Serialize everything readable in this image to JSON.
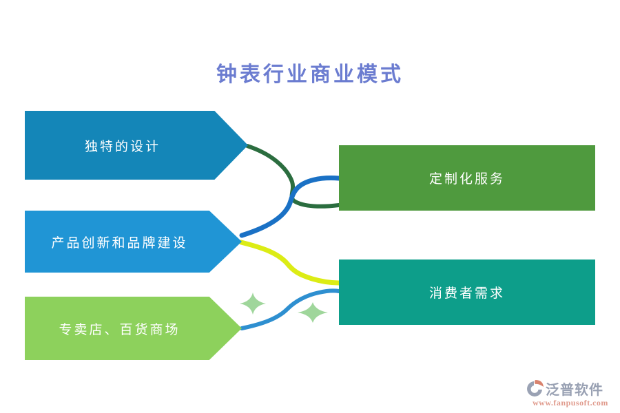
{
  "title": "钟表行业商业模式",
  "title_color": "#6b7cd0",
  "shape_text_color": "#ffffff",
  "arrows": [
    {
      "label": "独特的设计",
      "color": "#1486b8"
    },
    {
      "label": "产品创新和品牌建设",
      "color": "#2095d5"
    },
    {
      "label": "专卖店、百货商场",
      "color": "#8dd15c"
    }
  ],
  "boxes": [
    {
      "label": "定制化服务",
      "color": "#4f9a3e"
    },
    {
      "label": "消费者需求",
      "color": "#0d9e8a"
    }
  ],
  "connectors": [
    {
      "name": "unique-design-to-customized-service",
      "color": "#2b6d3f"
    },
    {
      "name": "innovation-to-customized-service",
      "color": "#1a71c5"
    },
    {
      "name": "innovation-to-consumer-demand",
      "color": "#dcec15"
    },
    {
      "name": "stores-to-consumer-demand",
      "color": "#2e8fd0"
    }
  ],
  "sparkle_color": "#9fd69b",
  "watermark": {
    "brand": "泛普软件",
    "url": "www.fanpusoft.com",
    "brand_color": "#99a1b3",
    "url_color": "#e09b8d",
    "icon_gray": "#9aa2b4",
    "icon_orange": "#d9836e"
  }
}
